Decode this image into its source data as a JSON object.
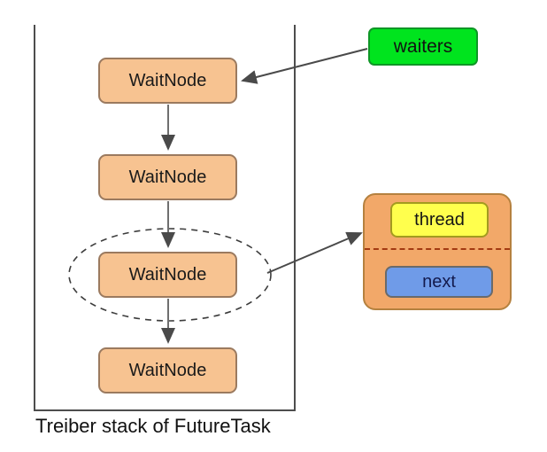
{
  "diagram": {
    "caption": "Treiber stack of FutureTask",
    "stack_nodes": [
      {
        "label": "WaitNode"
      },
      {
        "label": "WaitNode"
      },
      {
        "label": "WaitNode"
      },
      {
        "label": "WaitNode"
      }
    ],
    "pointer_label": "waiters",
    "detail_panel": {
      "fields": [
        {
          "name": "thread",
          "label": "thread"
        },
        {
          "name": "next",
          "label": "next"
        }
      ]
    },
    "annotations": {
      "highlight_shape": "dashed-ellipse",
      "waiters_arrow": "waiters-to-top-node",
      "detail_arrow": "highlighted-node-to-detail-panel"
    },
    "colors": {
      "waitnode_fill": "#f7c391",
      "waitnode_border": "#9b7a5f",
      "waiters_fill": "#00e41e",
      "waiters_border": "#0f9626",
      "panel_fill": "#f2a869",
      "panel_border": "#b5813f",
      "panel_divider": "#a33a12",
      "thread_fill": "#ffff4d",
      "thread_border": "#a39b1f",
      "next_fill": "#6f9be8",
      "next_border": "#6a6a6a",
      "frame_line": "#4d4d4d",
      "arrow": "#4a4a4a",
      "background": "#ffffff"
    }
  }
}
